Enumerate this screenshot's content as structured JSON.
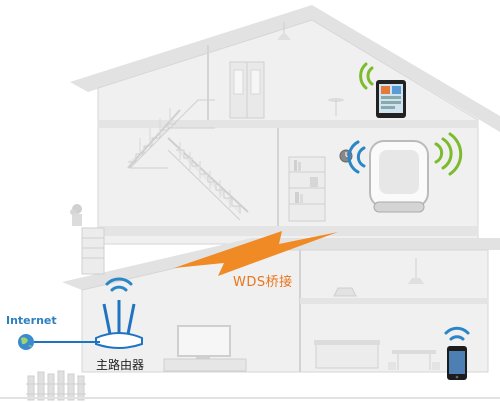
{
  "labels": {
    "internet": "Internet",
    "main_router": "主路由器",
    "wds": "WDS桥接"
  },
  "colors": {
    "wifi_green": "#7dbb2e",
    "wifi_blue": "#2b86c8",
    "wds_orange": "#f08a24",
    "house_fill": "#ececec",
    "house_line": "#cfcfcf"
  }
}
